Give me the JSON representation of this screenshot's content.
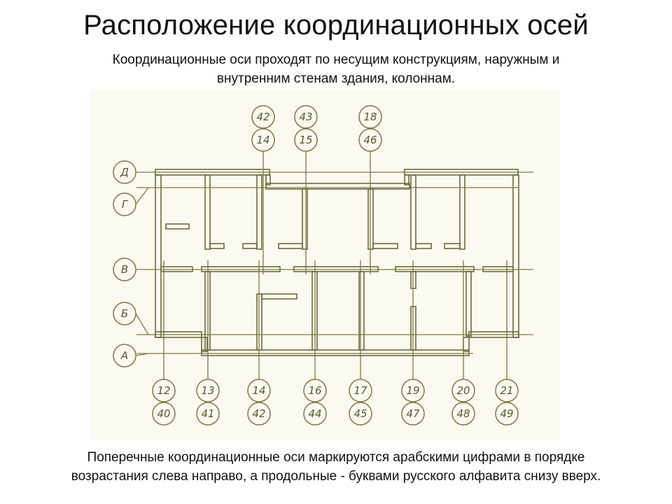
{
  "slide": {
    "title": "Расположение координационных осей",
    "subtitle_line1": "Координационные оси проходят по несущим конструкциям,  наружным и",
    "subtitle_line2": "внутренним стенам здания, колоннам.",
    "caption_line1": "Поперечные координационные оси маркируются арабскими цифрами в порядке",
    "caption_line2": "возрастания слева направо, а продольные - буквами русского алфавита снизу вверх."
  },
  "drawing": {
    "line_color": "#6b6b3a",
    "bubble_color": "#7a7a45",
    "top_axes": [
      {
        "top": "42",
        "bottom": "14"
      },
      {
        "top": "43",
        "bottom": "15"
      },
      {
        "top": "18",
        "bottom": "46"
      }
    ],
    "bottom_axes": [
      {
        "top": "12",
        "bottom": "40"
      },
      {
        "top": "13",
        "bottom": "41"
      },
      {
        "top": "14",
        "bottom": "42"
      },
      {
        "top": "16",
        "bottom": "44"
      },
      {
        "top": "17",
        "bottom": "45"
      },
      {
        "top": "19",
        "bottom": "47"
      },
      {
        "top": "20",
        "bottom": "48"
      },
      {
        "top": "21",
        "bottom": "49"
      }
    ],
    "row_axes": [
      "Д",
      "Г",
      "В",
      "Б",
      "А"
    ]
  }
}
